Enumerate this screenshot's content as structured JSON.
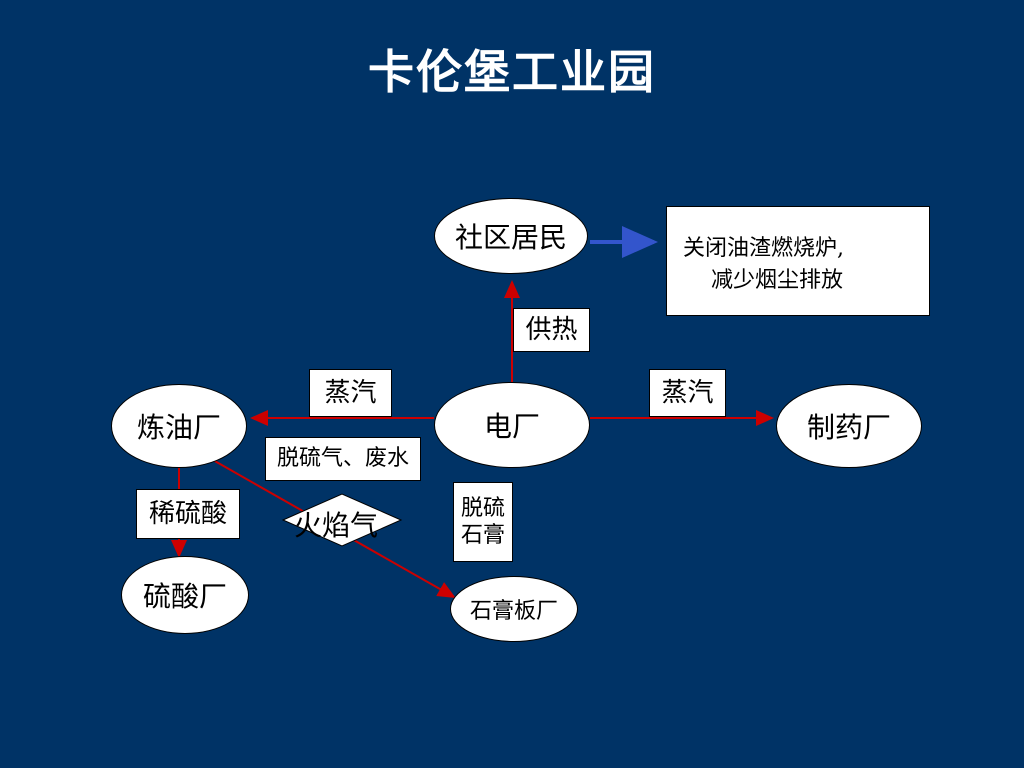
{
  "title": "卡伦堡工业园",
  "nodes": {
    "community": "社区居民",
    "power_plant": "电厂",
    "refinery": "炼油厂",
    "pharma": "制药厂",
    "sulfuric_plant": "硫酸厂",
    "gypsum_board": "石膏板厂"
  },
  "edge_labels": {
    "heating": "供热",
    "steam_left": "蒸汽",
    "steam_right": "蒸汽",
    "desulf_gas_water": "脱硫气、废水",
    "dilute_acid": "稀硫酸",
    "flame_gas": "火焰气",
    "desulf_gypsum_1": "脱硫",
    "desulf_gypsum_2": "石膏"
  },
  "note": {
    "line1": "关闭油渣燃烧炉,",
    "line2": "减少烟尘排放"
  },
  "colors": {
    "background": "#003366",
    "arrow_red": "#cc0000",
    "arrow_blue": "#3355cc"
  }
}
